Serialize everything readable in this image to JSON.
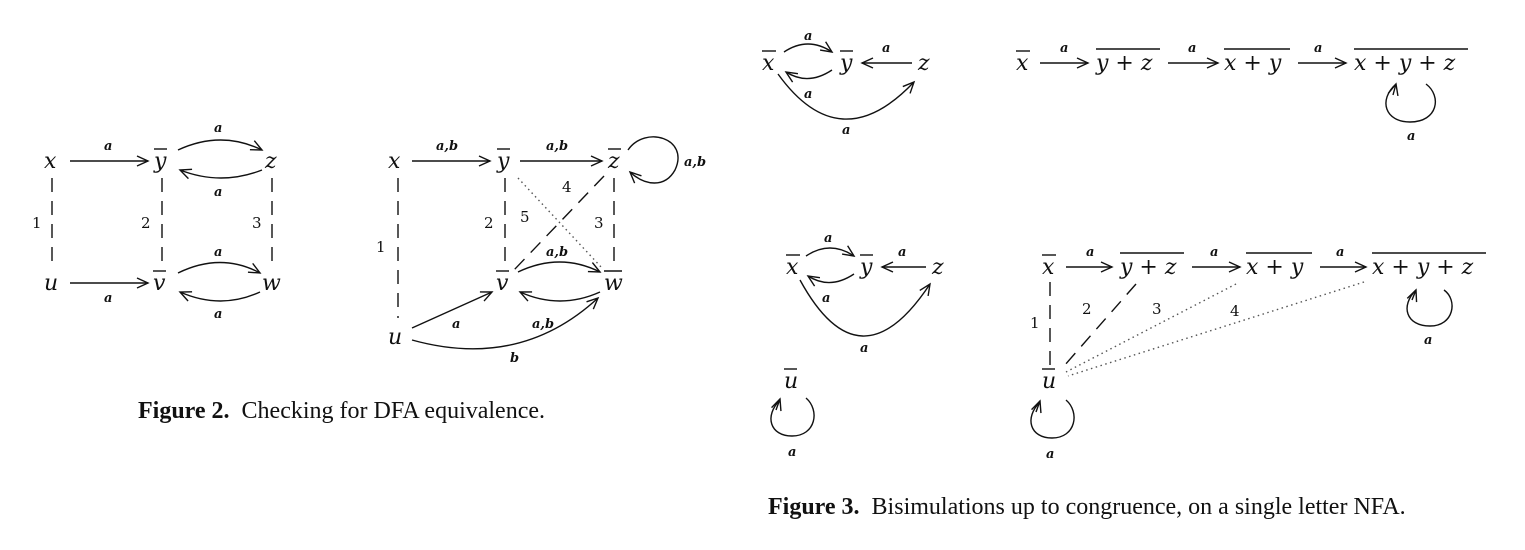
{
  "figure2": {
    "caption_label": "Figure 2.",
    "caption_text": "Checking for DFA equivalence.",
    "left": {
      "states": [
        "x",
        "y",
        "z",
        "u",
        "v",
        "w"
      ],
      "edge_label": "a",
      "pair_numbers": [
        "1",
        "2",
        "3"
      ]
    },
    "right": {
      "states": [
        "x",
        "y",
        "z",
        "u",
        "v",
        "w"
      ],
      "labels": {
        "a": "a",
        "b": "b",
        "ab": "a,b"
      },
      "pair_numbers": [
        "1",
        "2",
        "3",
        "4",
        "5"
      ]
    }
  },
  "figure3": {
    "caption_label": "Figure 3.",
    "caption_text": "Bisimulations up to congruence, on a single letter NFA.",
    "edge_label": "a",
    "states": [
      "x",
      "y",
      "z",
      "u"
    ],
    "sum_states": [
      "y + z",
      "x + y",
      "x + y + z"
    ],
    "pair_numbers": [
      "1",
      "2",
      "3",
      "4"
    ]
  }
}
